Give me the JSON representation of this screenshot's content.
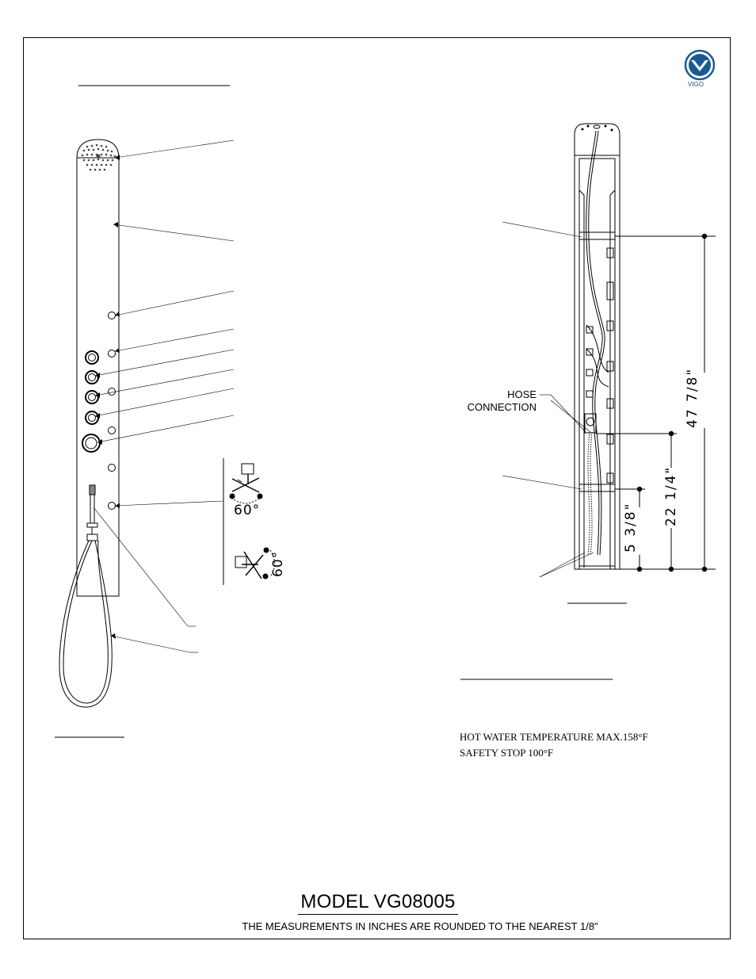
{
  "brand": {
    "logo_text": "VIGO",
    "color": "#1a5a92"
  },
  "callouts": {
    "hose_connection": "HOSE\nCONNECTION"
  },
  "dimensions": {
    "total": "47 7/8\"",
    "middle": "22 1/4\"",
    "lower": "5 3/8\""
  },
  "angles": {
    "top": "60°",
    "bottom": "60°"
  },
  "notes": {
    "temp_line1": "HOT WATER TEMPERATURE MAX.158°F",
    "temp_line2": "SAFETY STOP 100°F"
  },
  "title": "MODEL VG08005",
  "footnote": "THE MEASUREMENTS IN INCHES ARE ROUNDED TO THE NEAREST 1/8\""
}
